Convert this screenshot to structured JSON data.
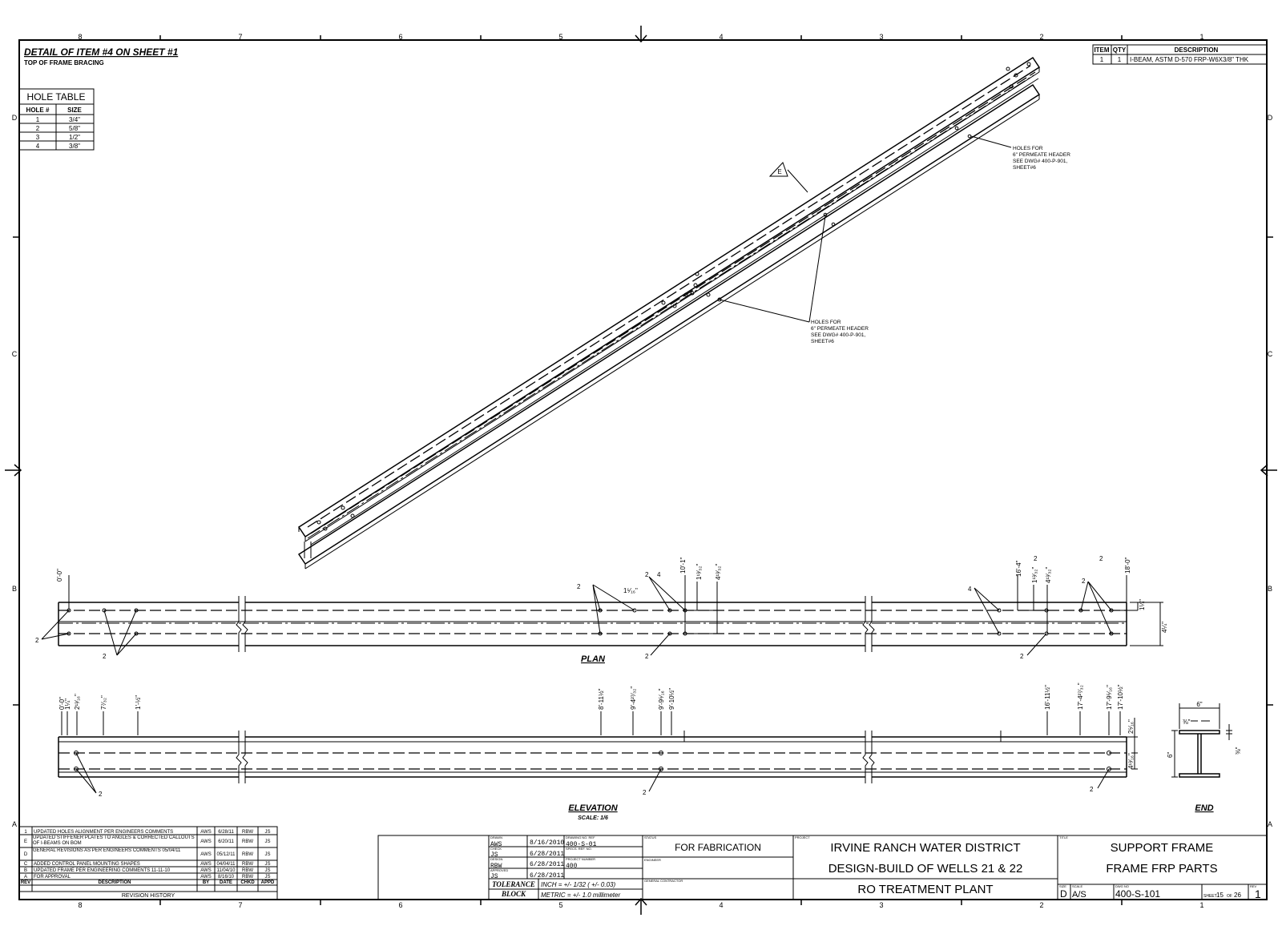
{
  "header": {
    "detail_title": "DETAIL OF ITEM #4 ON SHEET #1",
    "detail_subtitle": "TOP OF FRAME BRACING"
  },
  "border": {
    "columns": [
      "8",
      "7",
      "6",
      "5",
      "4",
      "3",
      "2",
      "1"
    ],
    "rows": [
      "D",
      "C",
      "B",
      "A"
    ]
  },
  "hole_table": {
    "title": "HOLE TABLE",
    "headers": [
      "HOLE #",
      "SIZE"
    ],
    "rows": [
      [
        "1",
        "3/4\""
      ],
      [
        "2",
        "5/8\""
      ],
      [
        "3",
        "1/2\""
      ],
      [
        "4",
        "3/8\""
      ]
    ]
  },
  "bom": {
    "headers": [
      "ITEM",
      "QTY",
      "DESCRIPTION"
    ],
    "rows": [
      [
        "1",
        "1",
        "I-BEAM, ASTM D-570 FRP-W6X3/8\" THK"
      ]
    ]
  },
  "iso": {
    "tag": "E",
    "note1": [
      "HOLES FOR",
      "6\" PERMEATE HEADER",
      "SEE DWG# 400-P-901,",
      "SHEET#6"
    ],
    "note2": [
      "HOLES FOR",
      "6\" PERMEATE HEADER",
      "SEE DWG# 400-P-901,",
      "SHEET#6"
    ]
  },
  "views": {
    "plan": "PLAN",
    "elevation": "ELEVATION",
    "elevation_scale": "SCALE: 1/6",
    "end": "END"
  },
  "plan_dims": {
    "top": [
      "0'-0\"",
      "1⁵⁄₁₆\"",
      "10'-1\"",
      "1¹³⁄₃₂\"",
      "4¹³⁄₃₂\"",
      "16'-4\"",
      "1¹³⁄₃₂\"",
      "4¹³⁄₃₂\"",
      "18'-0\""
    ],
    "right": [
      "1¼\"",
      "4¼\""
    ],
    "callouts": [
      "2",
      "2",
      "2",
      "2",
      "2",
      "4",
      "2",
      "4",
      "2",
      "2",
      "2"
    ]
  },
  "elev_dims": {
    "top": [
      "0'-0\"",
      "1¼\"",
      "2¹³⁄₁₆\"",
      "7⁷⁄₃₂\"",
      "1'-½\"",
      "8'-11½\"",
      "9'-4²⁷⁄₃₂\"",
      "9'-9⁵⁄₁₆\"",
      "9'-10½\"",
      "16'-11½\"",
      "17'-4²⁷⁄₃₂\"",
      "17'-9⁵⁄₁₆\"",
      "17'-10½\""
    ],
    "right": [
      "2⁵⁄₁₆\"",
      "4¹³⁄₁₆\""
    ],
    "callouts": [
      "2",
      "2",
      "2"
    ]
  },
  "end_dims": {
    "width": "6\"",
    "height": "6\"",
    "flange": "⅜\"",
    "web": "⅜\""
  },
  "revisions": {
    "headers": [
      "REV",
      "DESCRIPTION",
      "BY",
      "DATE",
      "CHKD",
      "APPD"
    ],
    "rows": [
      [
        "1",
        "UPDATED HOLES ALIGNMENT PER ENGINEERS COMMENTS",
        "AWS",
        "6/28/11",
        "RBW",
        "JS"
      ],
      [
        "E",
        "UPDATED STIFFENER PLATES TO ANGLES & CORRECTED CALLOUTS OF I-BEAMS ON BOM",
        "AWS",
        "6/20/11",
        "RBW",
        "JS"
      ],
      [
        "D",
        "GENERAL REVISIONS AS PER ENGINEERS COMMENTS 05/04/11",
        "AWS",
        "05/12/11",
        "RBW",
        "JS"
      ],
      [
        "C",
        "ADDED CONTROL PANEL MOUNTING SHAPES",
        "AWS",
        "04/04/11",
        "RBW",
        "JS"
      ],
      [
        "B",
        "UPDATED FRAME PER ENGINEERING COMMENTS 11-11-10",
        "AWS",
        "11/04/10",
        "RBW",
        "JS"
      ],
      [
        "A",
        "FOR APPROVAL",
        "AWS",
        "8/16/10",
        "RBW",
        "JS"
      ]
    ],
    "footer": "REVISION HISTORY"
  },
  "title_block": {
    "drawn_by": "AWS",
    "drawn_date": "8/16/2010",
    "check_by": "JS",
    "check_date": "6/28/2011",
    "design_by": "RBW",
    "design_date": "6/28/2011",
    "approved_by": "JS",
    "approved_date": "6/28/2011",
    "drawing_no_ref": "400-S-01",
    "spec_ref": "",
    "project_number": "400",
    "tolerance_label": "TOLERANCE BLOCK",
    "tol_inch": "INCH = +/- 1/32 ( +/- 0.03)",
    "tol_metric": "METRIC = +/- 1.0 millimeter",
    "status": "FOR FABRICATION",
    "small_labels": [
      "DRAWN",
      "CHECK",
      "DESIGN",
      "APPROVED",
      "DRAWING NO. REF",
      "SPECS. REF. NO.",
      "PROJECT NUMBER",
      "STATUS",
      "ENGINEER",
      "GENERAL CONTRACTOR",
      "PROJECT",
      "TITLE"
    ],
    "project_lines": [
      "IRVINE RANCH WATER DISTRICT",
      "DESIGN-BUILD OF WELLS 21 & 22",
      "RO TREATMENT PLANT"
    ],
    "title_lines": [
      "SUPPORT FRAME",
      "FRAME FRP PARTS"
    ],
    "size": "D",
    "scale": "A/S",
    "dwg_no": "400-S-101",
    "sheet_label": "SHEET",
    "sheet": "15",
    "of_label": "OF",
    "of": "26",
    "rev": "1",
    "size_label": "SIZE",
    "scale_label": "SCALE",
    "dwg_label": "DWG NO",
    "rev_label": "REV"
  }
}
